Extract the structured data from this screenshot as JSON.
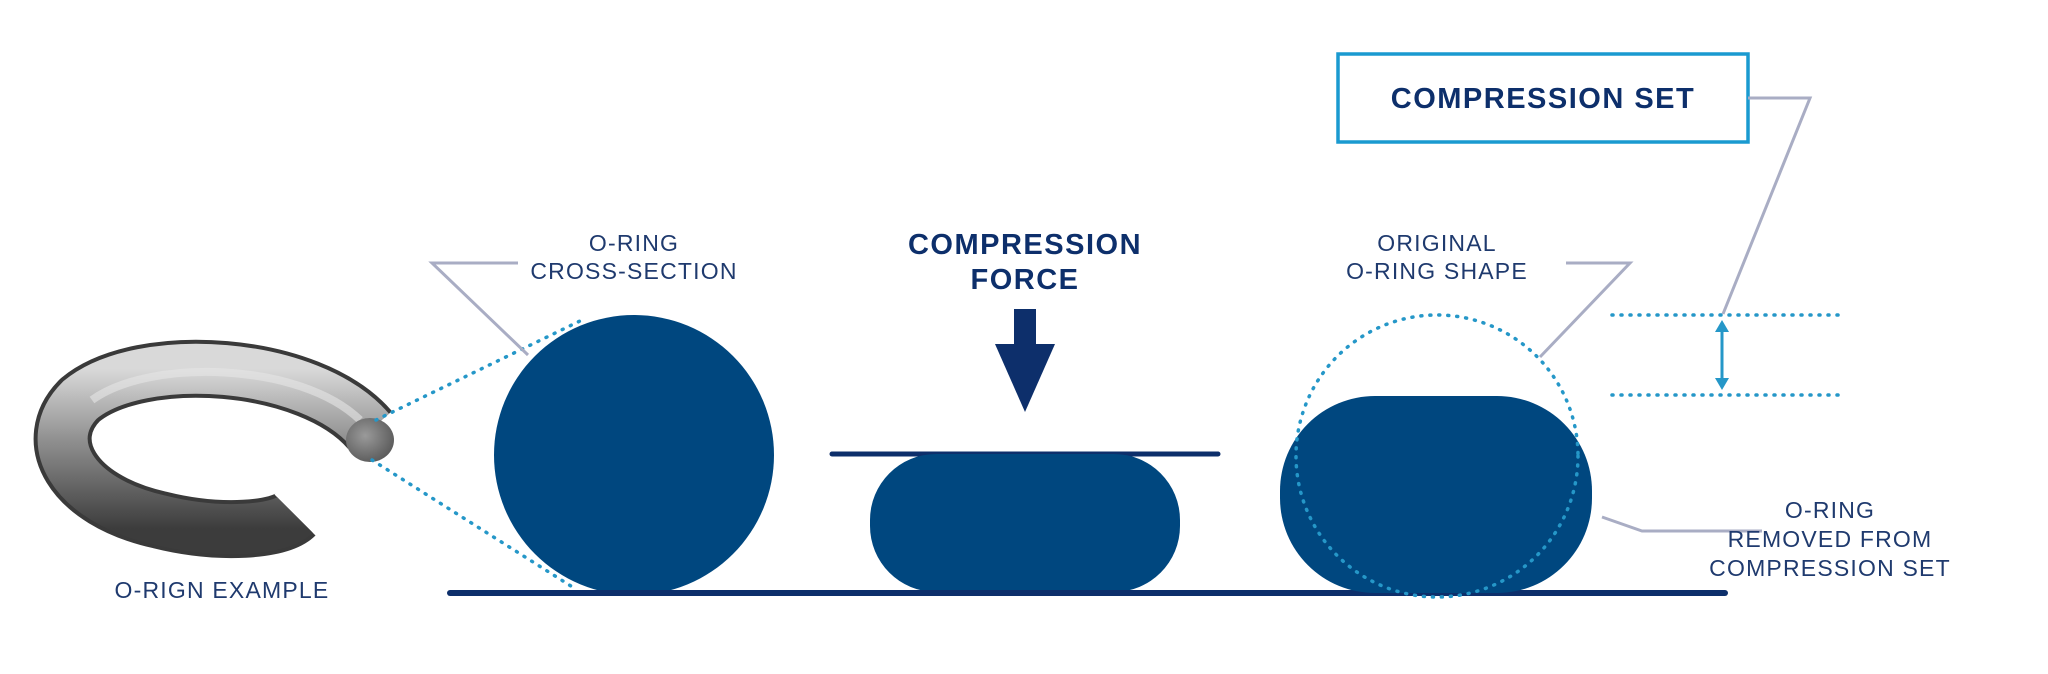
{
  "labels": {
    "example": "O-RIGN EXAMPLE",
    "cross_section_line1": "O-RING",
    "cross_section_line2": "CROSS-SECTION",
    "force_line1": "COMPRESSION",
    "force_line2": "FORCE",
    "original_line1": "ORIGINAL",
    "original_line2": "O-RING SHAPE",
    "compression_set": "COMPRESSION SET",
    "removed_line1": "O-RING",
    "removed_line2": "REMOVED FROM",
    "removed_line3": "COMPRESSION SET"
  },
  "colors": {
    "oring_fill": "#00477f",
    "text_navy": "#1f3a6e",
    "accent_cyan": "#2597c8",
    "box_border": "#1a9ad0",
    "leader_gray": "#a9adc4",
    "ring_gray": "#808080"
  }
}
